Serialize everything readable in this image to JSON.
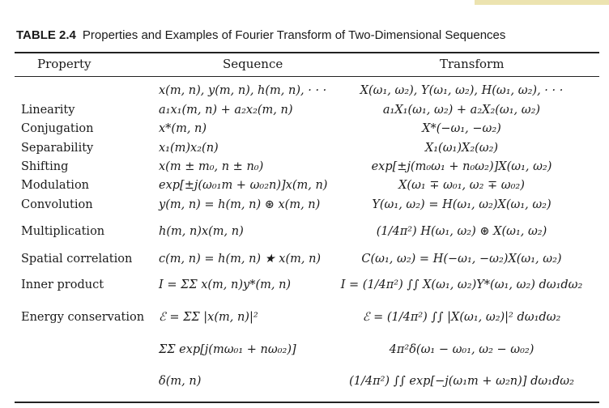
{
  "caption": {
    "number": "TABLE 2.4",
    "title": "Properties and Examples of Fourier Transform of Two-Dimensional Sequences"
  },
  "headers": {
    "property": "Property",
    "sequence": "Sequence",
    "transform": "Transform"
  },
  "rows": [
    {
      "property": "",
      "sequence": "x(m, n), y(m, n), h(m, n), · · ·",
      "transform": "X(ω₁, ω₂), Y(ω₁, ω₂), H(ω₁, ω₂), · · ·"
    },
    {
      "property": "Linearity",
      "sequence": "a₁x₁(m, n) + a₂x₂(m, n)",
      "transform": "a₁X₁(ω₁, ω₂) + a₂X₂(ω₁, ω₂)"
    },
    {
      "property": "Conjugation",
      "sequence": "x*(m, n)",
      "transform": "X*(−ω₁, −ω₂)"
    },
    {
      "property": "Separability",
      "sequence": "x₁(m)x₂(n)",
      "transform": "X₁(ω₁)X₂(ω₂)"
    },
    {
      "property": "Shifting",
      "sequence": "x(m ± m₀, n ± n₀)",
      "transform": "exp[±j(m₀ω₁ + n₀ω₂)]X(ω₁, ω₂)"
    },
    {
      "property": "Modulation",
      "sequence": "exp[±j(ω₀₁m + ω₀₂n)]x(m, n)",
      "transform": "X(ω₁ ∓ ω₀₁, ω₂ ∓ ω₀₂)"
    },
    {
      "property": "Convolution",
      "sequence": "y(m, n) = h(m, n) ⊛ x(m, n)",
      "transform": "Y(ω₁, ω₂) = H(ω₁, ω₂)X(ω₁, ω₂)"
    },
    {
      "property": "Multiplication",
      "sequence": "h(m, n)x(m, n)",
      "transform": "(1/4π²) H(ω₁, ω₂) ⊛ X(ω₁, ω₂)"
    },
    {
      "property": "Spatial correlation",
      "sequence": "c(m, n) = h(m, n) ★ x(m, n)",
      "transform": "C(ω₁, ω₂) = H(−ω₁, −ω₂)X(ω₁, ω₂)"
    },
    {
      "property": "Inner product",
      "sequence": "I = ΣΣ x(m, n)y*(m, n)",
      "transform": "I = (1/4π²) ∫∫ X(ω₁, ω₂)Y*(ω₁, ω₂) dω₁dω₂"
    },
    {
      "property": "Energy conservation",
      "sequence": "ℰ = ΣΣ |x(m, n)|²",
      "transform": "ℰ = (1/4π²) ∫∫ |X(ω₁, ω₂)|² dω₁dω₂"
    },
    {
      "property": "",
      "sequence": "ΣΣ exp[j(mω₀₁ + nω₀₂)]",
      "transform": "4π²δ(ω₁ − ω₀₁, ω₂ − ω₀₂)"
    },
    {
      "property": "",
      "sequence": "δ(m, n)",
      "transform": "(1/4π²) ∫∫ exp[−j(ω₁m + ω₂n)] dω₁dω₂"
    }
  ]
}
